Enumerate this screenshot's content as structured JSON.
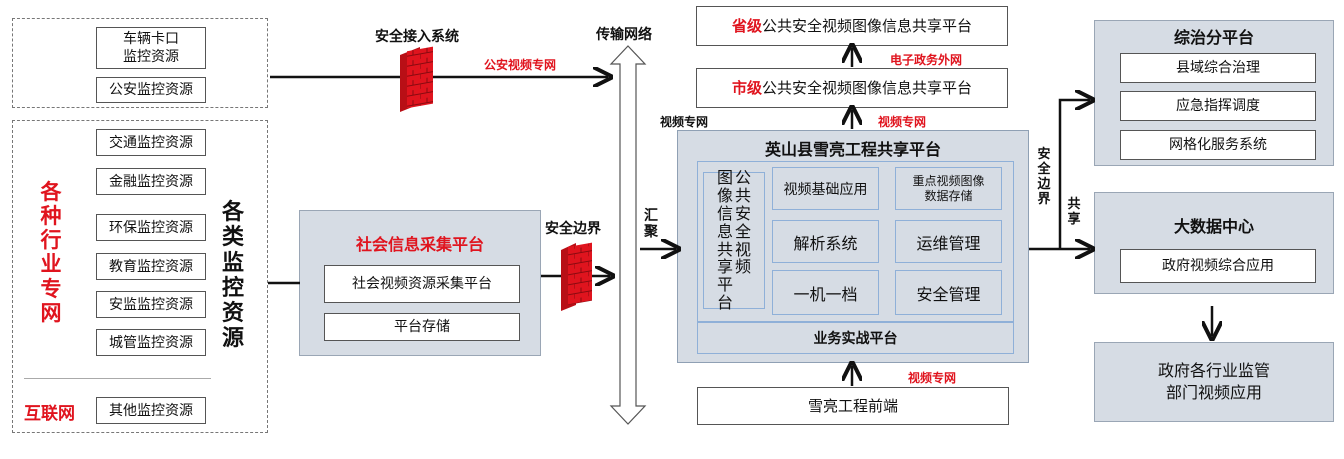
{
  "left": {
    "top_group": [
      "车辆卡口\n监控资源",
      "公安监控资源"
    ],
    "industry_items": [
      "交通监控资源",
      "金融监控资源",
      "环保监控资源",
      "教育监控资源",
      "安监监控资源",
      "城管监控资源"
    ],
    "industry_label": "各种行业专网",
    "category_label": "各类监控资源",
    "internet_label": "互联网",
    "internet_item": "其他监控资源"
  },
  "labels": {
    "secure_access": "安全接入系统",
    "police_net": "公安视频专网",
    "secure_border_mid": "安全边界",
    "transport_net": "传输网络",
    "aggregate": "汇聚",
    "video_net_1": "视频专网",
    "video_net_2": "视频专网",
    "video_net_3": "视频专网",
    "egov_net": "电子政务外网",
    "secure_border_right": "安全边界",
    "share": "共享"
  },
  "social": {
    "title": "社会信息采集平台",
    "items": [
      "社会视频资源采集平台",
      "平台存储"
    ]
  },
  "provincial": {
    "prefix": "省级",
    "rest": "公共安全视频图像信息共享平台"
  },
  "city": {
    "prefix": "市级",
    "rest": "公共安全视频图像信息共享平台"
  },
  "main": {
    "title": "英山县雪亮工程共享平台",
    "vertical": "公共安全视频图像信息共享平台",
    "video_basic": "视频基础应用",
    "key_storage": "重点视频图像\n数据存储",
    "analysis": "解析系统",
    "ops": "运维管理",
    "onefile": "一机一档",
    "security": "安全管理",
    "bottom": "业务实战平台"
  },
  "frontend": "雪亮工程前端",
  "zongzhi": {
    "title": "综治分平台",
    "items": [
      "县域综合治理",
      "应急指挥调度",
      "网格化服务系统"
    ]
  },
  "bigdata": {
    "title": "大数据中心",
    "item": "政府视频综合应用"
  },
  "gov": "政府各行业监管\n部门视频应用",
  "colors": {
    "accent_red": "#e0141e",
    "panel_grey": "#d6dce4",
    "firewall": "#e0141e"
  }
}
